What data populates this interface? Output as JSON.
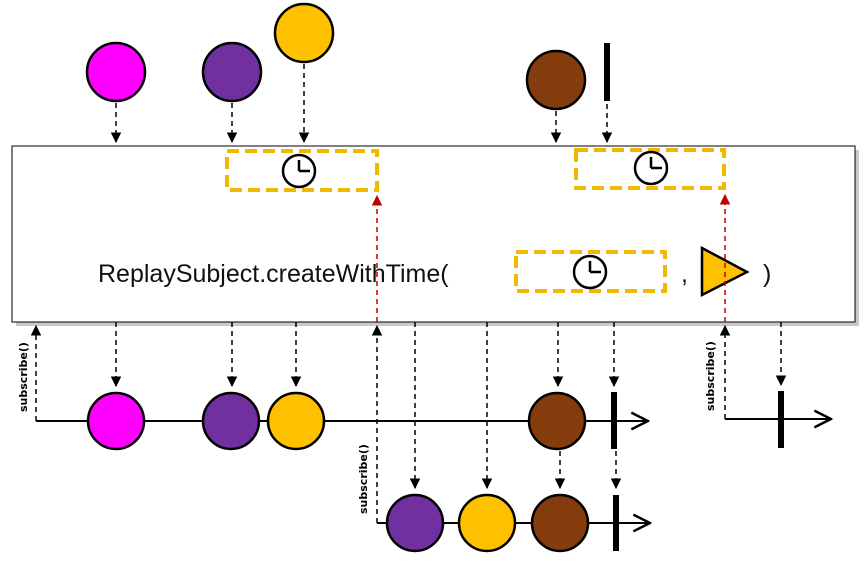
{
  "operator": {
    "call": "ReplaySubject.createWithTime(",
    "comma": ",",
    "close": ")"
  },
  "subscribe_label": "subscribe()",
  "colors": {
    "magenta": "#ff00ff",
    "purple": "#7030a0",
    "gold": "#ffc000",
    "brown": "#843c0c",
    "timer_border": "#f2b800",
    "scheduler_fill": "#ffc000",
    "replay_arrow": "#c00000",
    "line": "#000000"
  },
  "icons": {
    "timer": "clock-icon",
    "scheduler": "triangle-scheduler-icon"
  },
  "source_events": [
    "magenta",
    "purple",
    "gold",
    "brown",
    "complete"
  ],
  "subscriber_1_events": [
    "magenta",
    "purple",
    "gold",
    "brown",
    "complete"
  ],
  "subscriber_2_events": [
    "purple",
    "gold",
    "brown",
    "complete"
  ],
  "subscriber_3_events": [
    "complete"
  ]
}
